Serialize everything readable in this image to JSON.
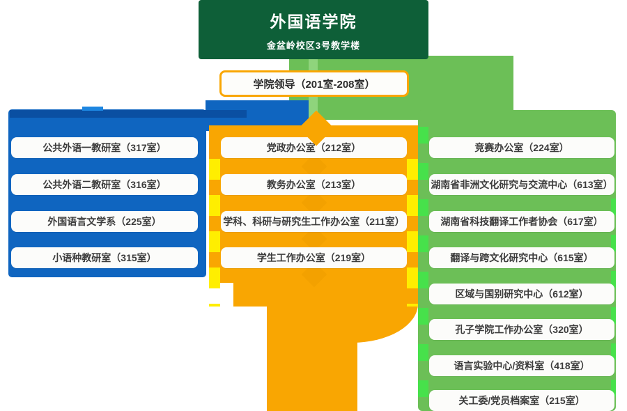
{
  "header": {
    "title": "外国语学院",
    "subtitle": "金盆岭校区3号教学楼",
    "bg_color": "#0e5f38",
    "text_color": "#ffffff"
  },
  "leader": {
    "label": "学院领导（201室-208室）",
    "border_color": "#f9a602"
  },
  "columns": {
    "left": {
      "color": "#0f65c0",
      "items": [
        "公共外语一教研室（317室）",
        "公共外语二教研室（316室）",
        "外国语言文学系（225室）",
        "小语种教研室（315室）"
      ]
    },
    "middle": {
      "color": "#f9a602",
      "accent_color": "#ffee00",
      "items": [
        "党政办公室（212室）",
        "教务办公室（213室）",
        "学科、科研与研究生工作办公室（211室）",
        "学生工作办公室（219室）"
      ]
    },
    "right": {
      "color": "#6cbf57",
      "accent_color": "#47e14b",
      "items": [
        "竞赛办公室（224室）",
        "湖南省非洲文化研究与交流中心（613室）",
        "湖南省科技翻译工作者协会（617室）",
        "翻译与跨文化研究中心（615室）",
        "区域与国别研究中心（612室）",
        "孔子学院工作办公室（320室）",
        "语言实验中心/资料室（418室）",
        "关工委/党员档案室（215室）"
      ]
    }
  }
}
